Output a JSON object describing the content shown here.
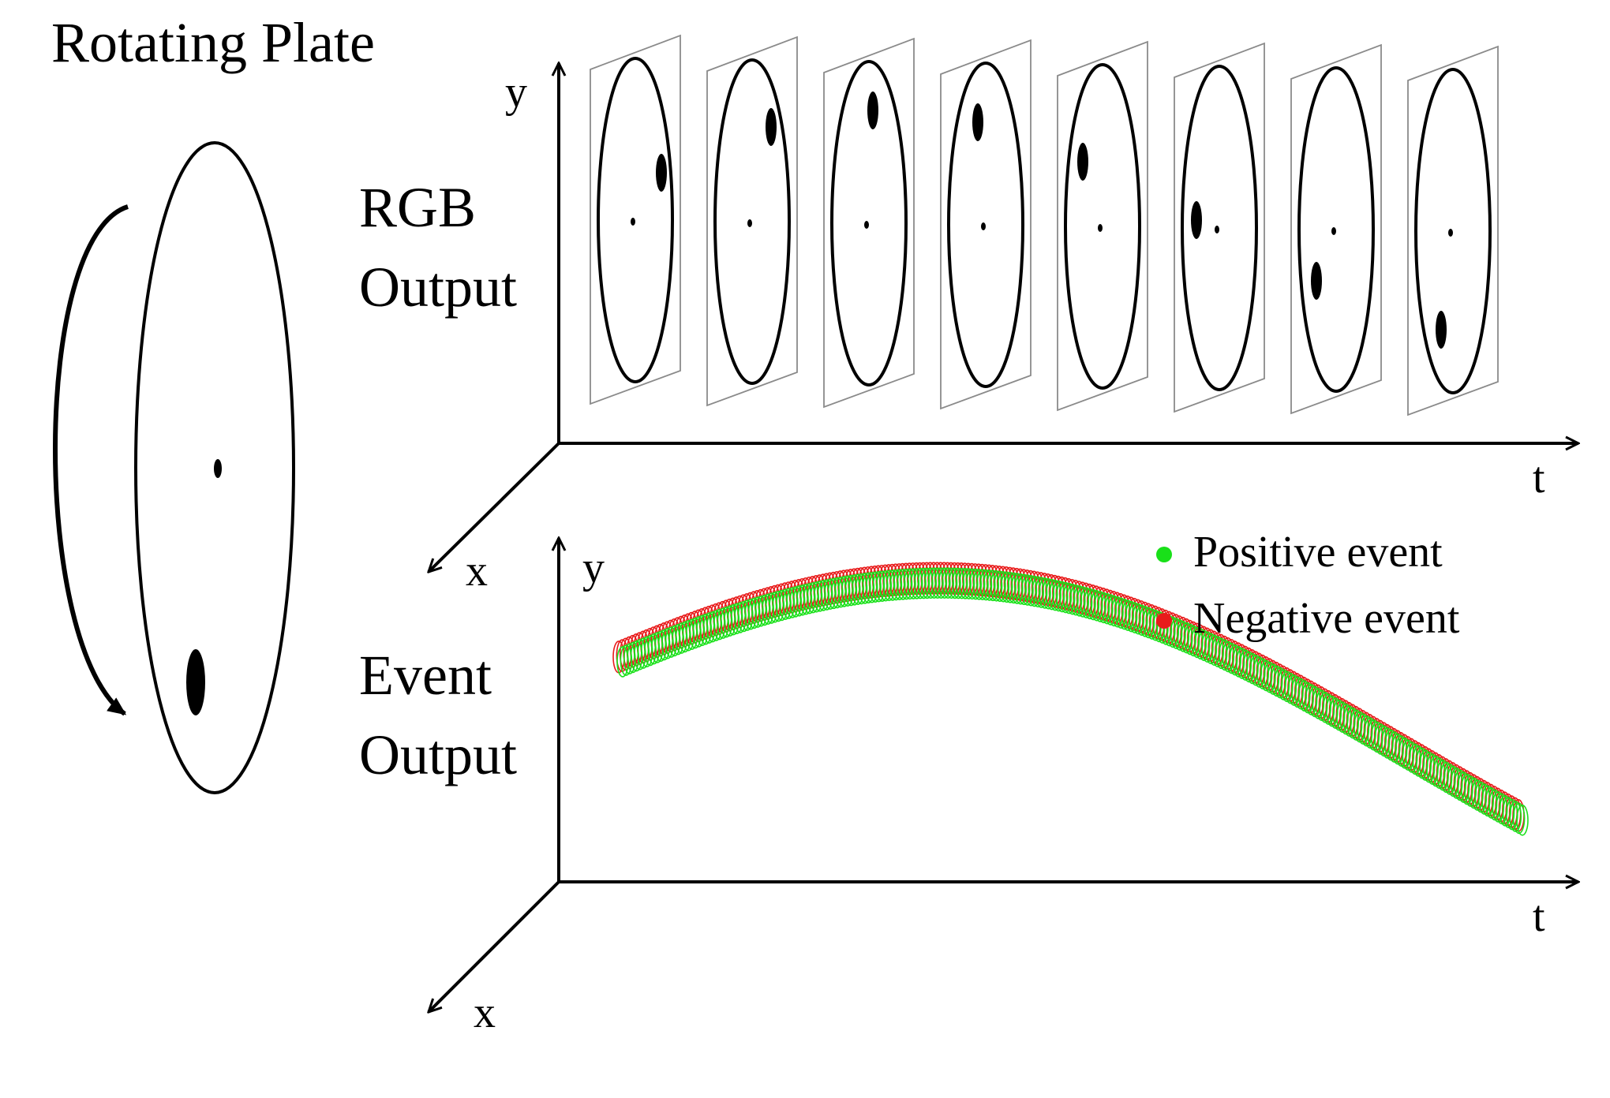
{
  "title": "Rotating Plate",
  "rgb_label": [
    "RGB",
    "Output"
  ],
  "event_label": [
    "Event",
    "Output"
  ],
  "axes": {
    "y": "y",
    "t": "t",
    "x": "x"
  },
  "frame_count": 8,
  "legend": {
    "positive": {
      "label": "Positive event",
      "color": "#19e019"
    },
    "negative": {
      "label": "Negative event",
      "color": "#e81b1b"
    }
  }
}
